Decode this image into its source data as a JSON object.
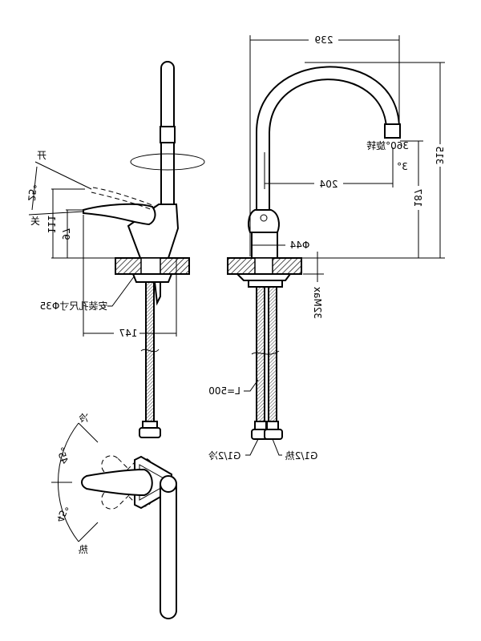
{
  "drawing": {
    "title": "Single-lever kitchen faucet dimension drawing (mirrored)",
    "side_view": {
      "rotation_label": "360°旋转",
      "open_label": "开",
      "close_label": "关",
      "lever_angle": "25°",
      "dim_height_a": "111",
      "dim_height_b": "97",
      "mount_hole_label": "安装孔尺寸Φ35",
      "dim_width": "147"
    },
    "front_view": {
      "dim_total_width": "239",
      "dim_spout_reach": "204",
      "dim_spout_angle": "3°",
      "dim_spout_height": "187",
      "dim_total_height": "315",
      "dim_base_diameter": "Φ44",
      "dim_max_thickness": "32Max",
      "hose_length": "L=500",
      "cold_inlet": "G1/2冷",
      "hot_inlet": "G1/2热"
    },
    "top_view": {
      "cold_label": "冷",
      "hot_label": "热",
      "angle_cold": "45°",
      "angle_hot": "45°"
    }
  }
}
